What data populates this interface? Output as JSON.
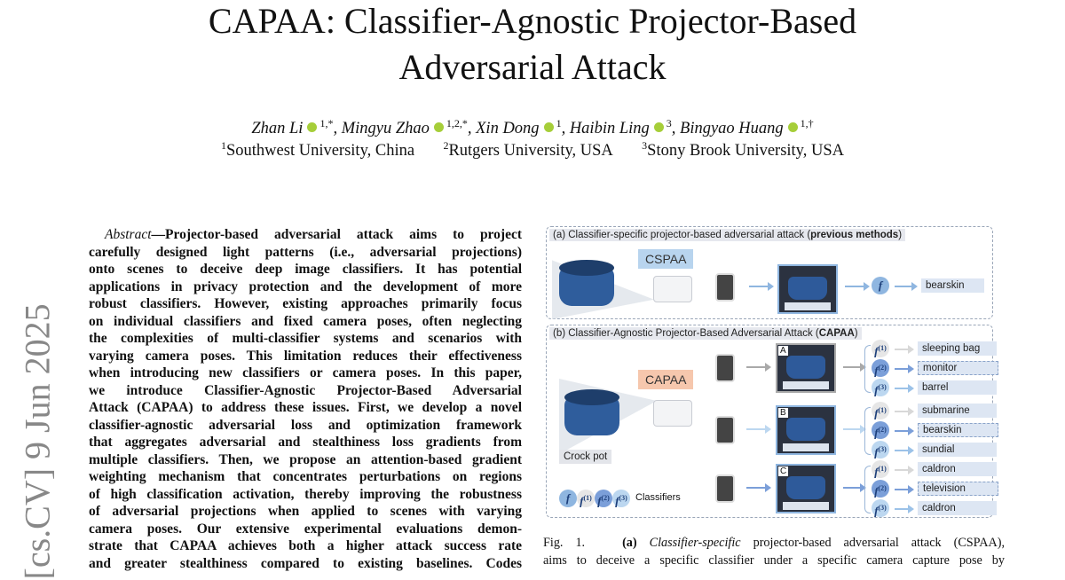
{
  "title": {
    "line1": "CAPAA: Classifier-Agnostic Projector-Based",
    "line2": "Adversarial Attack"
  },
  "authors": [
    {
      "name": "Zhan Li",
      "sup": "1,*"
    },
    {
      "name": "Mingyu Zhao",
      "sup": "1,2,*"
    },
    {
      "name": "Xin Dong",
      "sup": "1"
    },
    {
      "name": "Haibin Ling",
      "sup": "3"
    },
    {
      "name": "Bingyao Huang",
      "sup": "1,†"
    }
  ],
  "affiliations": [
    {
      "sup": "1",
      "name": "Southwest University, China"
    },
    {
      "sup": "2",
      "name": "Rutgers University, USA"
    },
    {
      "sup": "3",
      "name": "Stony Brook University, USA"
    }
  ],
  "arxiv_stamp": "[cs.CV]  9 Jun 2025",
  "abstract": {
    "label": "Abstract",
    "lines": [
      "—Projector-based adversarial attack aims to project",
      "carefully designed light patterns (i.e., adversarial projections)",
      "onto scenes to deceive deep image classifiers. It has potential",
      "applications in privacy protection and the development of more",
      "robust classifiers. However, existing approaches primarily focus",
      "on individual classifiers and fixed camera poses, often neglecting",
      "the complexities of multi-classifier systems and scenarios with",
      "varying camera poses. This limitation reduces their effectiveness",
      "when introducing new classifiers or camera poses. In this paper,",
      "we introduce Classifier-Agnostic Projector-Based Adversarial",
      "Attack (CAPAA) to address these issues. First, we develop a novel",
      "classifier-agnostic adversarial loss and optimization framework",
      "that aggregates adversarial and stealthiness loss gradients from",
      "multiple classifiers. Then, we propose an attention-based gradient",
      "weighting mechanism that concentrates perturbations on regions",
      "of high classification activation, thereby improving the robustness",
      "of adversarial projections when applied to scenes with varying",
      "camera poses. Our extensive experimental evaluations demon-",
      "strate that CAPAA achieves both a higher attack success rate",
      "and greater stealthiness compared to existing baselines. Codes"
    ]
  },
  "figure": {
    "panel_a": {
      "title": "(a) Classifier-specific projector-based adversarial attack (",
      "title_bold": "previous methods",
      "title_end": ")",
      "method": "CSPAA",
      "classifier": "f",
      "output": "bearskin"
    },
    "panel_b": {
      "title": "(b) Classifier-Agnostic Projector-Based Adversarial Attack (",
      "title_bold": "CAPAA",
      "title_end": ")",
      "method": "CAPAA",
      "object": "Crock pot",
      "legend": "Classifiers",
      "rows": [
        {
          "pose": "A",
          "outputs": [
            "sleeping bag",
            "monitor",
            "barrel"
          ]
        },
        {
          "pose": "B",
          "outputs": [
            "submarine",
            "bearskin",
            "sundial"
          ]
        },
        {
          "pose": "C",
          "outputs": [
            "caldron",
            "television",
            "caldron"
          ]
        }
      ]
    },
    "colors": {
      "cspaa": "#b8d4ee",
      "capaa": "#f6c7ad",
      "f1": "#e6e6e6",
      "f2": "#7b9fd9",
      "f3": "#bcd7f0"
    }
  },
  "caption": {
    "fig_label": "Fig. 1.",
    "a_label": "(a)",
    "a_italic": "Classifier-specific",
    "line1_rest": "projector-based adversarial attack (CSPAA),",
    "line2": "aims to deceive a specific classifier under a specific camera capture pose by"
  }
}
